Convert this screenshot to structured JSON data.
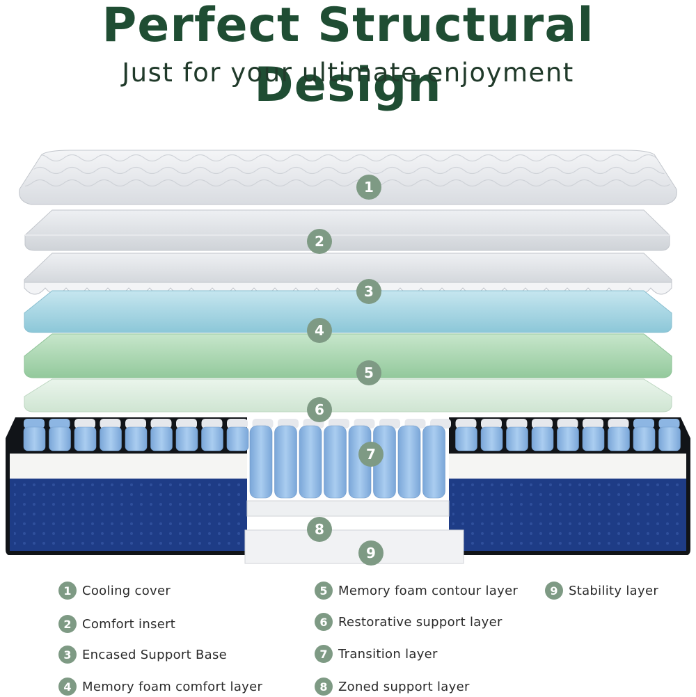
{
  "header": {
    "title": "Perfect Structural Design",
    "subtitle": "Just for your ultimate enjoyment"
  },
  "colors": {
    "title": "#1f4d33",
    "badge": "#7e9a84",
    "coil": "#8db6e3",
    "base_cover": "#1e3c86",
    "layer_blue": "#a5d6e4",
    "layer_green": "#a8d6b0",
    "layer_pale_green": "#dcefdf"
  },
  "layers": [
    {
      "number": "1",
      "label": "Cooling cover"
    },
    {
      "number": "2",
      "label": "Comfort insert"
    },
    {
      "number": "3",
      "label": "Encased Support Base"
    },
    {
      "number": "4",
      "label": "Memory foam comfort layer"
    },
    {
      "number": "5",
      "label": "Memory foam contour layer"
    },
    {
      "number": "6",
      "label": "Restorative support layer"
    },
    {
      "number": "7",
      "label": "Transition layer"
    },
    {
      "number": "8",
      "label": "Zoned support layer"
    },
    {
      "number": "9",
      "label": "Stability layer"
    }
  ]
}
